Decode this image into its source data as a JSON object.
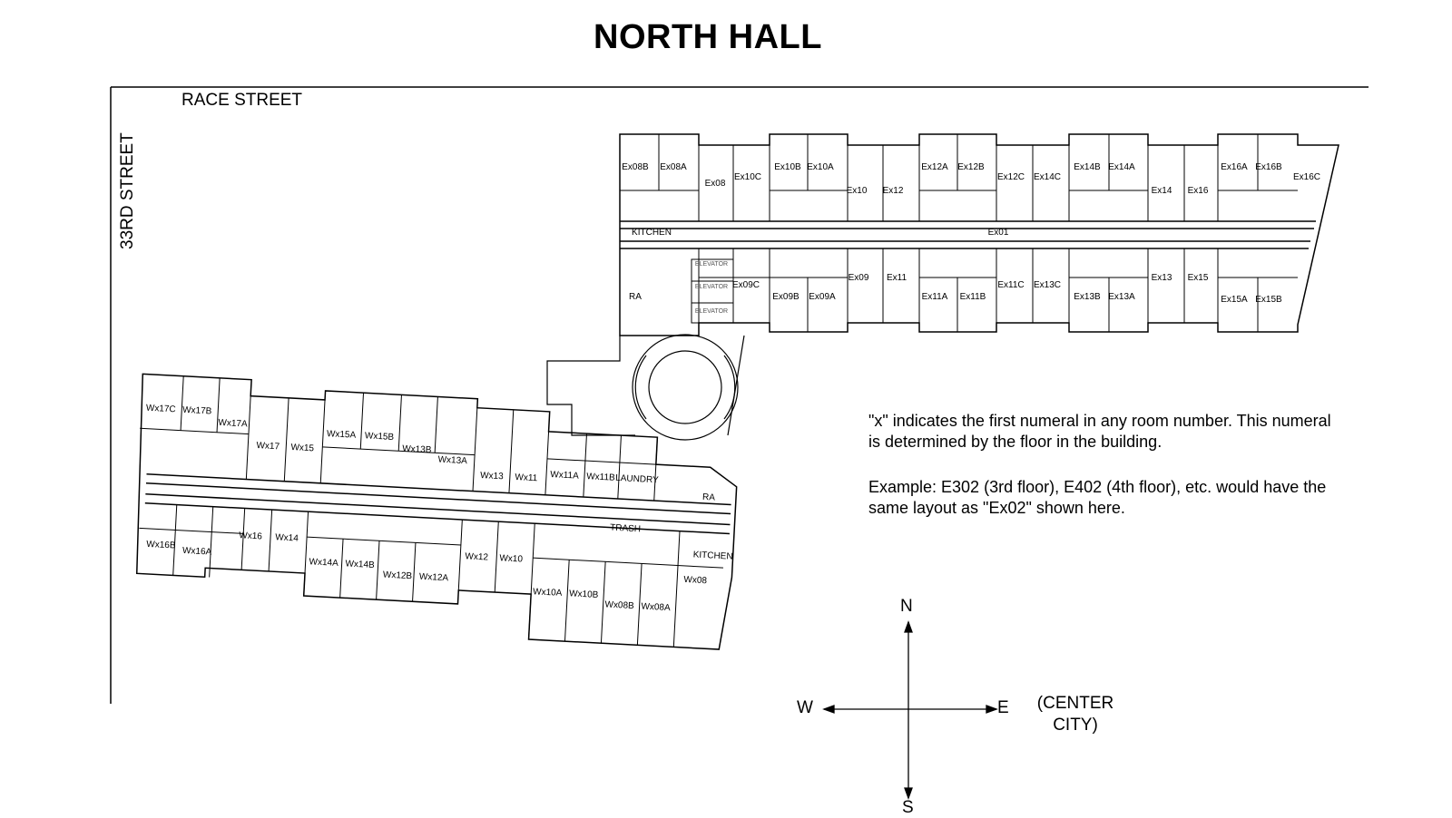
{
  "title": "NORTH HALL",
  "streets": {
    "top": "RACE STREET",
    "left": "33RD STREET"
  },
  "notes": {
    "line1": "\"x\" indicates the first numeral in any room number. This numeral is determined by the floor in the building.",
    "line2": "Example: E302 (3rd floor), E402 (4th floor), etc. would have the same layout as \"Ex02\" shown here."
  },
  "compass": {
    "n": "N",
    "s": "S",
    "w": "W",
    "e": "E",
    "e_note": "(CENTER CITY)"
  },
  "rooms_east": [
    "Ex08B",
    "Ex08A",
    "Ex08",
    "Ex10C",
    "Ex10B",
    "Ex10A",
    "Ex10",
    "Ex12",
    "Ex12A",
    "Ex12B",
    "Ex12C",
    "Ex14C",
    "Ex14B",
    "Ex14A",
    "Ex14",
    "Ex16",
    "Ex16A",
    "Ex16B",
    "Ex16C",
    "KITCHEN",
    "Ex01",
    "RA",
    "ELEVATOR",
    "ELEVATOR",
    "ELEVATOR",
    "Ex09C",
    "Ex09B",
    "Ex09A",
    "Ex09",
    "Ex11",
    "Ex11A",
    "Ex11B",
    "Ex11C",
    "Ex13C",
    "Ex13B",
    "Ex13A",
    "Ex13",
    "Ex15",
    "Ex15A",
    "Ex15B"
  ],
  "rooms_west": [
    "Wx17C",
    "Wx17B",
    "Wx17A",
    "Wx17",
    "Wx15",
    "Wx15A",
    "Wx15B",
    "Wx13B",
    "Wx13A",
    "Wx13",
    "Wx11",
    "Wx11A",
    "Wx11B",
    "LAUNDRY",
    "RA",
    "TRASH",
    "KITCHEN",
    "Wx16B",
    "Wx16A",
    "Wx16",
    "Wx14",
    "Wx14A",
    "Wx14B",
    "Wx12B",
    "Wx12A",
    "Wx12",
    "Wx10",
    "Wx10A",
    "Wx10B",
    "Wx08B",
    "Wx08A",
    "Wx08"
  ],
  "colors": {
    "line": "#000000",
    "background": "#ffffff"
  }
}
